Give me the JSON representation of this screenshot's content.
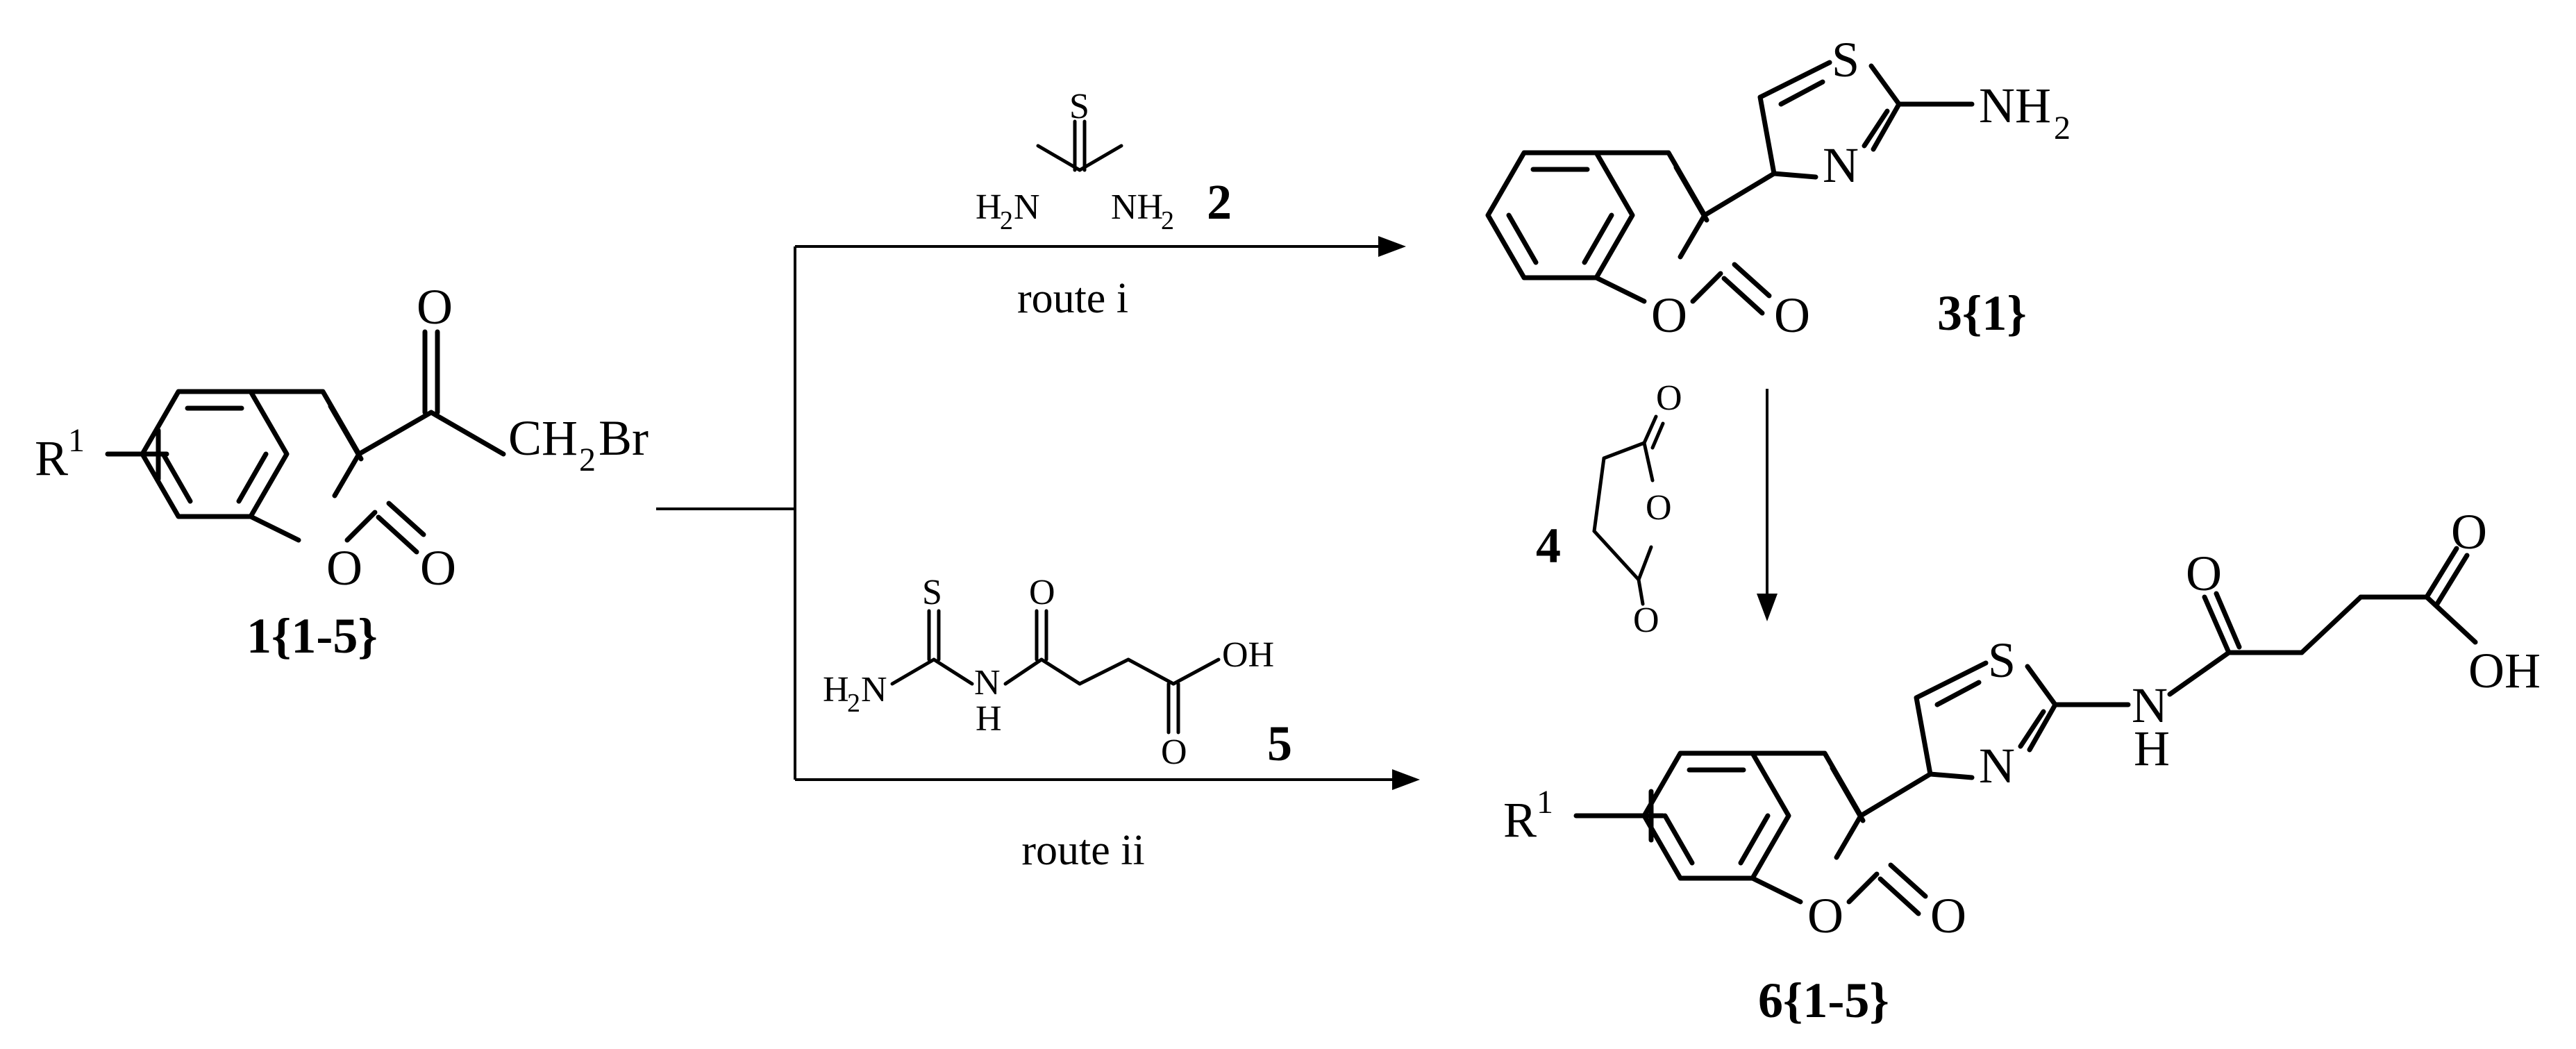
{
  "diagram": {
    "compounds": {
      "c1": {
        "id": "1{1-5}",
        "substituent": "R",
        "substituent_sup": "1",
        "carbonyl_O": "O",
        "ring_O": "O",
        "lactone_O": "O",
        "bromide_main": "CH",
        "bromide_sub": "2",
        "bromide_tail": "Br"
      },
      "c2": {
        "id": "2",
        "S": "S",
        "left_H": "H",
        "left_sub": "2",
        "left_N": "N",
        "right_N": "NH",
        "right_sub": "2"
      },
      "c3": {
        "id": "3{1}",
        "S": "S",
        "N": "N",
        "amine": "NH",
        "amine_sub": "2",
        "ring_O": "O",
        "lactone_O": "O"
      },
      "c4": {
        "id": "4",
        "O_top": "O",
        "O_ring": "O",
        "O_bottom": "O"
      },
      "c5": {
        "id": "5",
        "S": "S",
        "left_H": "H",
        "left_sub": "2",
        "left_N": "N",
        "NH_N": "N",
        "NH_H": "H",
        "O_top": "O",
        "OH": "OH",
        "O_bottom": "O"
      },
      "c6": {
        "id": "6{1-5}",
        "substituent": "R",
        "substituent_sup": "1",
        "S": "S",
        "N": "N",
        "NH_N": "N",
        "NH_H": "H",
        "O_amide": "O",
        "OH": "OH",
        "ring_O": "O",
        "lactone_O": "O"
      }
    },
    "routes": {
      "route_i": "route i",
      "route_ii": "route ii"
    }
  }
}
